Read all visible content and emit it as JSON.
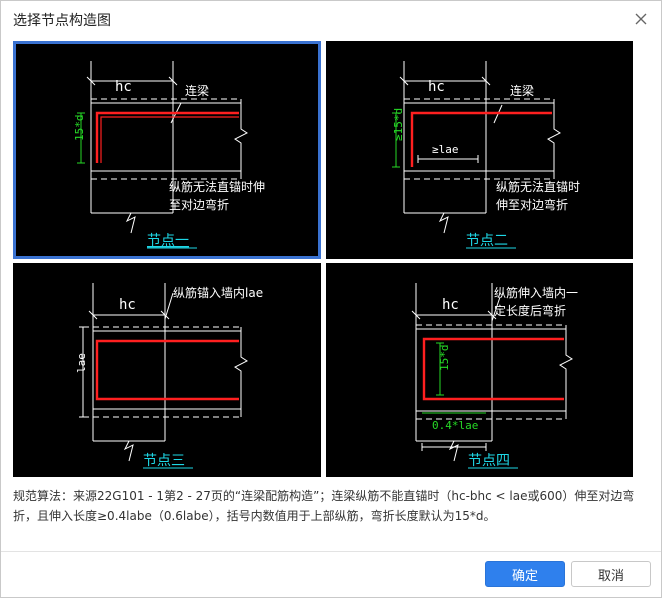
{
  "dialog": {
    "title": "选择节点构造图",
    "ok_label": "确定",
    "cancel_label": "取消",
    "description": "规范算法：来源22G101 - 1第2 - 27页的“连梁配筋构造”；连梁纵筋不能直锚时（hc-bhc < lae或600）伸至对边弯折，且伸入长度≥0.4labe（0.6labe），括号内数值用于上部纵筋，弯折长度默认为15*d。"
  },
  "nodes": [
    {
      "title": "节点一",
      "dim_top": "hc",
      "beam_label": "连梁",
      "dim_left": "15*d",
      "note_line1": "纵筋无法直锚时伸",
      "note_line2": "至对边弯折",
      "selected": true
    },
    {
      "title": "节点二",
      "dim_top": "hc",
      "beam_label": "连梁",
      "dim_left": "≥15*d",
      "inner_dim": "≥lae",
      "note_line1": "纵筋无法直锚时",
      "note_line2": "伸至对边弯折",
      "selected": false
    },
    {
      "title": "节点三",
      "dim_top": "hc",
      "dim_left": "lae",
      "note_line1": "纵筋锚入墙内lae",
      "selected": false
    },
    {
      "title": "节点四",
      "dim_top": "hc",
      "dim_left": "15*d",
      "bottom_dim": "0.4*lae",
      "note_line1": "纵筋伸入墙内一",
      "note_line2": "定长度后弯折",
      "selected": false
    }
  ],
  "colors": {
    "accent": "#2f80ed",
    "selected_border": "#3a72d1",
    "rebar": "#ff2020",
    "dimension_green": "#26d926",
    "title_cyan": "#1ed7e6",
    "drawing_bg": "#000000",
    "lines": "#ffffff"
  }
}
